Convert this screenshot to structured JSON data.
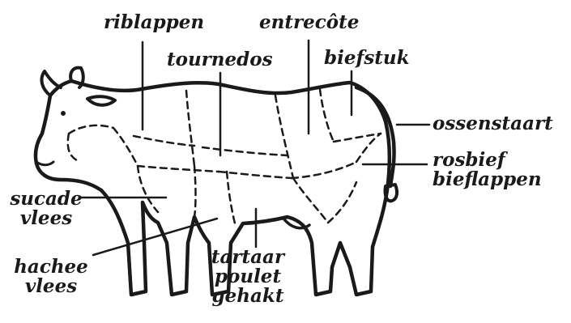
{
  "diagram": {
    "labels": {
      "riblappen": "riblappen",
      "entrecote": "entrecôte",
      "tournedos": "tournedos",
      "biefstuk": "biefstuk",
      "ossenstaart": "ossenstaart",
      "rosbief": "rosbief",
      "bieflappen": "bieflappen",
      "sucade": "sucade",
      "sucade_vlees": "vlees",
      "hachee": "hachee",
      "hachee_vlees": "vlees",
      "tartaar": "tartaar",
      "poulet": "poulet",
      "gehakt": "gehakt"
    },
    "colors": {
      "ink": "#1a1a1a",
      "background": "#ffffff"
    }
  }
}
